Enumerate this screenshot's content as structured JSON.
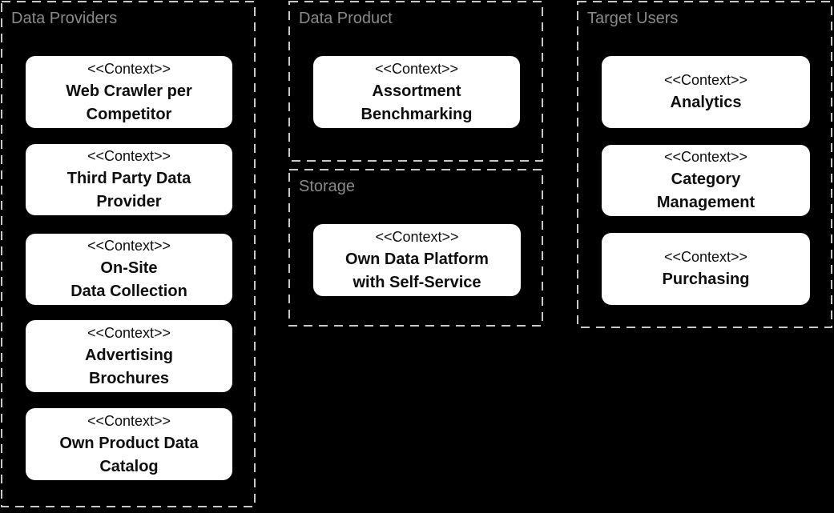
{
  "diagram": {
    "colors": {
      "background": "#000000",
      "group_border": "#c9c9c9",
      "group_title_text": "#8a8a8a",
      "box_background": "#ffffff",
      "box_text": "#0e0e0e"
    },
    "groups": [
      {
        "title": "Data Providers",
        "boxes": [
          {
            "stereotype": "<<Context>>",
            "name": "Web Crawler per\nCompetitor"
          },
          {
            "stereotype": "<<Context>>",
            "name": "Third Party Data\nProvider"
          },
          {
            "stereotype": "<<Context>>",
            "name": "On-Site\nData Collection"
          },
          {
            "stereotype": "<<Context>>",
            "name": "Advertising\nBrochures"
          },
          {
            "stereotype": "<<Context>>",
            "name": "Own Product Data\nCatalog"
          }
        ]
      },
      {
        "title": "Data Product",
        "boxes": [
          {
            "stereotype": "<<Context>>",
            "name": "Assortment\nBenchmarking"
          }
        ]
      },
      {
        "title": "Storage",
        "boxes": [
          {
            "stereotype": "<<Context>>",
            "name": "Own Data Platform\nwith Self-Service"
          }
        ]
      },
      {
        "title": "Target Users",
        "boxes": [
          {
            "stereotype": "<<Context>>",
            "name": "Analytics"
          },
          {
            "stereotype": "<<Context>>",
            "name": "Category\nManagement"
          },
          {
            "stereotype": "<<Context>>",
            "name": "Purchasing"
          }
        ]
      }
    ]
  }
}
